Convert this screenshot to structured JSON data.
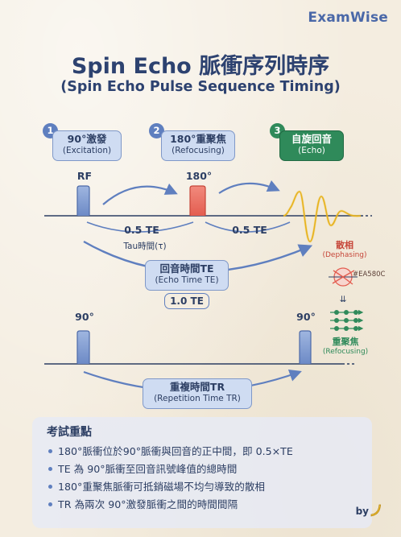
{
  "brand": "ExamWise",
  "title": "Spin Echo 脈衝序列時序",
  "subtitle": "(Spin Echo Pulse Sequence Timing)",
  "steps": [
    {
      "num": "1",
      "label": "90°激發",
      "sub": "(Excitation)"
    },
    {
      "num": "2",
      "label": "180°重聚焦",
      "sub": "(Refocusing)"
    },
    {
      "num": "3",
      "label": "自旋回音",
      "sub": "(Echo)"
    }
  ],
  "labels": {
    "rf": "RF",
    "pulse180": "180°",
    "half_te_1": "0.5 TE",
    "half_te_2": "0.5 TE",
    "tau": "Tau時間(τ)",
    "echo_time": "回音時間TE",
    "echo_time_sub": "(Echo Time TE)",
    "te_value": "1.0 TE",
    "pulse90_a": "90°",
    "pulse90_b": "90°",
    "rep_time": "重複時間TR",
    "rep_time_sub": "(Repetition Time TR)"
  },
  "side": {
    "dephasing": "散相",
    "dephasing_sub": "(Dephasing)",
    "hex_note": "#EA580C",
    "arrow": "⇊",
    "refocusing": "重聚焦",
    "refocusing_sub": "(Refocusing)"
  },
  "key": {
    "title": "考試重點",
    "points": [
      "180°脈衝位於90°脈衝與回音的正中間，即 0.5×TE",
      "TE 為 90°脈衝至回音訊號峰值的總時間",
      "180°重聚焦脈衝可抵銷磁場不均勻導致的散相",
      "TR 為兩次 90°激發脈衝之間的時間間隔"
    ]
  },
  "footer": {
    "by": "by"
  },
  "colors": {
    "blue": "#5f7fbf",
    "red": "#e35d50",
    "green": "#2f8a5a",
    "yellow": "#f2c53d",
    "navy": "#2c3e63"
  }
}
